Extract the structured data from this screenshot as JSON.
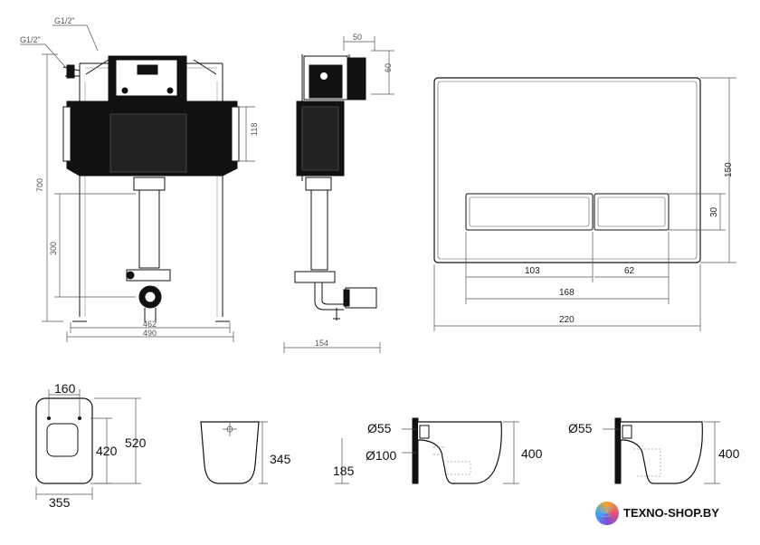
{
  "frame_view": {
    "thread_top": "G1/2\"",
    "thread_side": "G1/2\"",
    "dim_height": "700",
    "dim_lower": "300",
    "dim_bracket": "118",
    "dim_inner_width": "462",
    "dim_outer_width": "490"
  },
  "side_view": {
    "dim_top": "50",
    "dim_cap": "60",
    "dim_depth": "154"
  },
  "plate": {
    "dim_height": "150",
    "dim_button_height": "30",
    "dim_left_button": "103",
    "dim_right_button": "62",
    "dim_buttons_total": "168",
    "dim_width": "220"
  },
  "bowl_top": {
    "dim_top_width": "160",
    "dim_inner": "420",
    "dim_length": "520",
    "dim_width": "355"
  },
  "bowl_front": {
    "dim_height": "345"
  },
  "bowl_side": {
    "dim_inlet": "Ø55",
    "dim_outlet": "Ø100",
    "dim_outlet_height": "185",
    "dim_height": "400"
  },
  "bowl_side2": {
    "dim_inlet": "Ø55",
    "dim_height": "400"
  },
  "logo": {
    "text": "TEXNO-SHOP.BY",
    "icon": "cart-icon",
    "colors": [
      "#f6a623",
      "#e94e77",
      "#7b4ddb",
      "#3fa9f5"
    ]
  }
}
